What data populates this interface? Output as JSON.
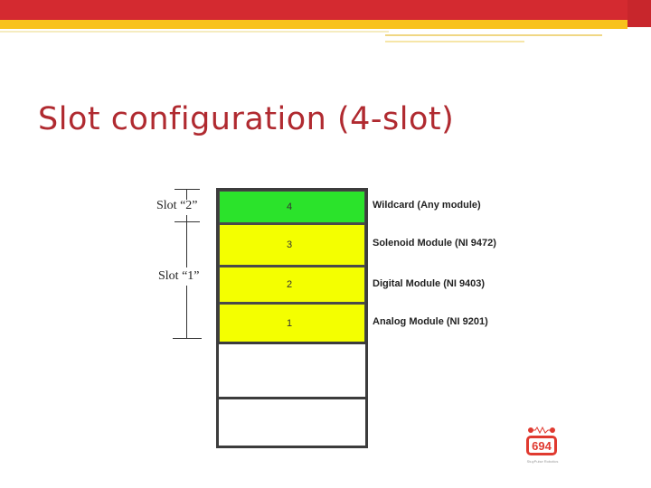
{
  "slide": {
    "title": "Slot configuration (4-slot)"
  },
  "bracket": {
    "upper_label": "Slot “2”",
    "lower_label": "Slot “1”"
  },
  "slots": [
    {
      "number": "4",
      "module": "Wildcard (Any module)",
      "color": "#2be32b"
    },
    {
      "number": "3",
      "module": "Solenoid Module (NI 9472)",
      "color": "#f4ff00"
    },
    {
      "number": "2",
      "module": "Digital Module (NI 9403)",
      "color": "#f4ff00"
    },
    {
      "number": "1",
      "module": "Analog Module (NI 9201)",
      "color": "#f4ff00"
    }
  ],
  "logo": {
    "number": "694",
    "caption": "StuyPulse Robotics",
    "icon": "robot-logo-icon",
    "color": "#e03a30"
  },
  "colors": {
    "header_red": "#d42a30",
    "header_yellow": "#f8c21c",
    "title": "#b02a30"
  }
}
